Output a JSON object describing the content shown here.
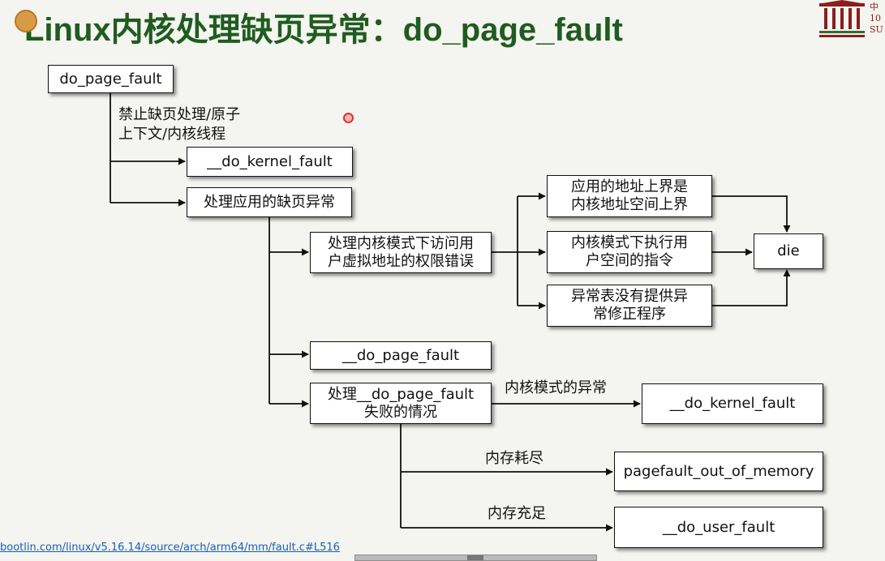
{
  "title": "Linux内核处理缺页异常：do_page_fault",
  "source_url": "bootlin.com/linux/v5.16.14/source/arch/arm64/mm/fault.c#L516",
  "logo_text": "中 10 SU",
  "diagram": {
    "nodes": {
      "do_page_fault_root": "do_page_fault",
      "do_kernel_fault_1": "__do_kernel_fault",
      "handle_user_fault": "处理应用的缺页异常",
      "kernel_access_user_perm_l1": "处理内核模式下访问用",
      "kernel_access_user_perm_l2": "户虚拟地址的权限错误",
      "app_addr_upper_l1": "应用的地址上界是",
      "app_addr_upper_l2": "内核地址空间上界",
      "kernel_exec_user_l1": "内核模式下执行用",
      "kernel_exec_user_l2": "户空间的指令",
      "no_fixup_l1": "异常表没有提供异",
      "no_fixup_l2": "常修正程序",
      "die": "die",
      "do_page_fault_inner": "__do_page_fault",
      "handle_failure_l1": "处理__do_page_fault",
      "handle_failure_l2": "失败的情况",
      "do_kernel_fault_2": "__do_kernel_fault",
      "oom": "pagefault_out_of_memory",
      "do_user_fault": "__do_user_fault"
    },
    "edge_labels": {
      "disable_l1": "禁止缺页处理/原子",
      "disable_l2": "上下文/内核线程",
      "kernel_mode_exception": "内核模式的异常",
      "out_of_memory": "内存耗尽",
      "enough_memory": "内存充足"
    },
    "edges": [
      {
        "from": "do_page_fault",
        "to": "__do_kernel_fault",
        "label": "禁止缺页处理/原子 上下文/内核线程"
      },
      {
        "from": "do_page_fault",
        "to": "处理应用的缺页异常"
      },
      {
        "from": "处理应用的缺页异常",
        "to": "处理内核模式下访问用户虚拟地址的权限错误"
      },
      {
        "from": "处理应用的缺页异常",
        "to": "__do_page_fault"
      },
      {
        "from": "处理应用的缺页异常",
        "to": "处理__do_page_fault失败的情况"
      },
      {
        "from": "处理内核模式下访问用户虚拟地址的权限错误",
        "to": "应用的地址上界是内核地址空间上界"
      },
      {
        "from": "处理内核模式下访问用户虚拟地址的权限错误",
        "to": "内核模式下执行用户空间的指令"
      },
      {
        "from": "处理内核模式下访问用户虚拟地址的权限错误",
        "to": "异常表没有提供异常修正程序"
      },
      {
        "from": "应用的地址上界是内核地址空间上界",
        "to": "die"
      },
      {
        "from": "内核模式下执行用户空间的指令",
        "to": "die"
      },
      {
        "from": "异常表没有提供异常修正程序",
        "to": "die"
      },
      {
        "from": "处理__do_page_fault失败的情况",
        "to": "__do_kernel_fault",
        "label": "内核模式的异常"
      },
      {
        "from": "处理__do_page_fault失败的情况",
        "to": "pagefault_out_of_memory",
        "label": "内存耗尽"
      },
      {
        "from": "处理__do_page_fault失败的情况",
        "to": "__do_user_fault",
        "label": "内存充足"
      }
    ]
  },
  "colors": {
    "title": "#1f5c1f",
    "background": "#f4f4f0",
    "box_border": "#111111",
    "link": "#1a5fb4"
  }
}
